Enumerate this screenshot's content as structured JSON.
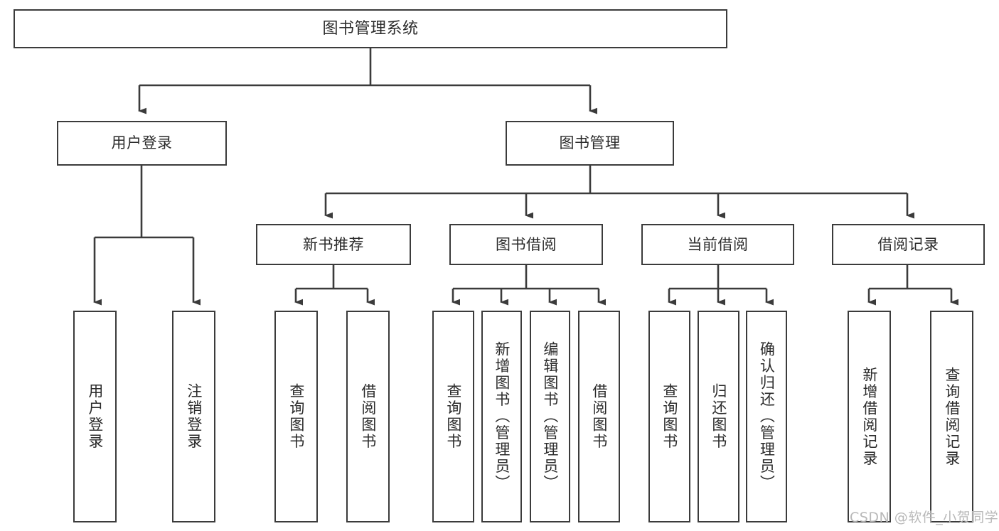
{
  "diagram": {
    "title": "图书管理系统",
    "type": "tree-hierarchy-chart",
    "root": {
      "label": "图书管理系统"
    },
    "level2": [
      {
        "id": "user-login",
        "label": "用户登录"
      },
      {
        "id": "book-manage",
        "label": "图书管理"
      }
    ],
    "level3": [
      {
        "id": "new-book-recommend",
        "label": "新书推荐",
        "parent": "book-manage"
      },
      {
        "id": "book-borrow",
        "label": "图书借阅",
        "parent": "book-manage"
      },
      {
        "id": "current-borrow",
        "label": "当前借阅",
        "parent": "book-manage"
      },
      {
        "id": "borrow-record",
        "label": "借阅记录",
        "parent": "book-manage"
      }
    ],
    "leaves": {
      "user_login": [
        {
          "id": "leaf-user-login",
          "label": "用户登录"
        },
        {
          "id": "leaf-user-logout",
          "label": "注销登录"
        }
      ],
      "new_book_recommend": [
        {
          "id": "leaf-query-book-1",
          "label": "查询图书"
        },
        {
          "id": "leaf-borrow-book-1",
          "label": "借阅图书"
        }
      ],
      "book_borrow": [
        {
          "id": "leaf-query-book-2",
          "label": "查询图书"
        },
        {
          "id": "leaf-add-book",
          "label": "新增图书（管理员）"
        },
        {
          "id": "leaf-edit-book",
          "label": "编辑图书（管理员）"
        },
        {
          "id": "leaf-borrow-book-2",
          "label": "借阅图书"
        }
      ],
      "current_borrow": [
        {
          "id": "leaf-query-book-3",
          "label": "查询图书"
        },
        {
          "id": "leaf-return-book",
          "label": "归还图书"
        },
        {
          "id": "leaf-confirm-return",
          "label": "确认归还（管理员）"
        }
      ],
      "borrow_record": [
        {
          "id": "leaf-add-record",
          "label": "新增借阅记录"
        },
        {
          "id": "leaf-query-record",
          "label": "查询借阅记录"
        }
      ]
    }
  },
  "watermark": {
    "text": "CSDN @软件_小贺同学"
  },
  "colors": {
    "stroke": "#3b3b3b",
    "text": "#2b2b2b",
    "background": "#ffffff",
    "watermark": "#b9b9b9"
  }
}
